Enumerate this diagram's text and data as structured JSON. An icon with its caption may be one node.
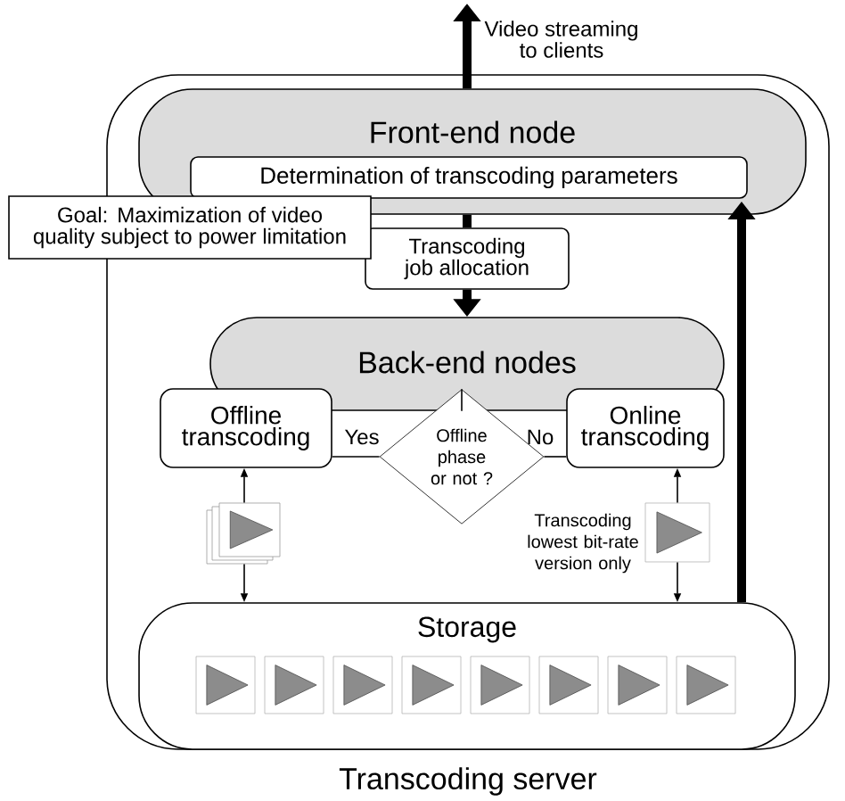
{
  "diagram": {
    "nodes": [
      {
        "text": [
          "Transcoding server"
        ]
      },
      {
        "text": [
          "Front-end node"
        ],
        "in": 0
      },
      {
        "text": [
          "Determination of transcoding parameters"
        ],
        "in": 1
      },
      {
        "text": [
          "Goal: Maximization of video quality subject to power limitation"
        ]
      },
      {
        "text": [
          "Transcoding job allocation"
        ],
        "in": 0
      },
      {
        "text": [
          "Back-end nodes"
        ],
        "in": 0
      },
      {
        "text": [
          "Offline transcoding"
        ],
        "in": 0
      },
      {
        "text": [
          "Offline phase or not ?"
        ],
        "in": 0
      },
      {
        "text": [
          "Online transcoding"
        ],
        "in": 0
      },
      {
        "text": [],
        "shape": "picture",
        "in": 0
      },
      {
        "text": [],
        "shape": "picture",
        "in": 0,
        "beside": [
          "Transcoding lowest bit-rate version only"
        ]
      },
      {
        "text": [
          "Storage"
        ],
        "in": 0
      }
    ],
    "edges": [
      {
        "from": 1,
        "to": null,
        "arrow": "to",
        "style": "thick",
        "label": "Video streaming to clients"
      },
      {
        "from": 1,
        "to": 4,
        "arrow": "none",
        "style": "thick"
      },
      {
        "from": 4,
        "to": 5,
        "arrow": "to",
        "style": "thick"
      },
      {
        "from": 11,
        "to": 1,
        "arrow": "to",
        "style": "thick"
      },
      {
        "from": 5,
        "to": 7,
        "arrow": "none"
      },
      {
        "from": 7,
        "to": 6,
        "arrow": "none",
        "label": "Yes"
      },
      {
        "from": 7,
        "to": 8,
        "arrow": "none",
        "label": "No"
      },
      {
        "from": 9,
        "to": 6,
        "arrow": "to"
      },
      {
        "from": 9,
        "to": 11,
        "arrow": "to"
      },
      {
        "from": 10,
        "to": 8,
        "arrow": "to"
      },
      {
        "from": 10,
        "to": 11,
        "arrow": "to"
      }
    ]
  }
}
